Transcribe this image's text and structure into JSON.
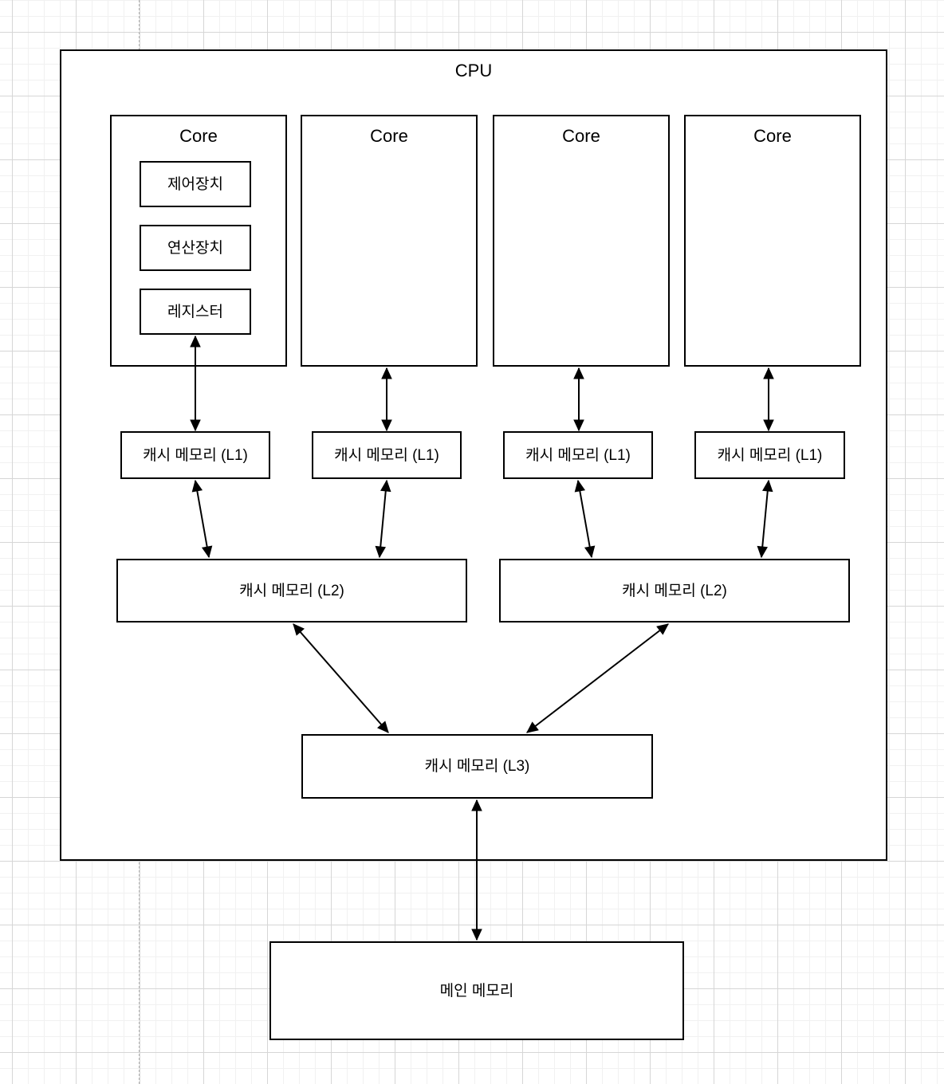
{
  "diagram": {
    "cpu_label": "CPU",
    "core_labels": [
      "Core",
      "Core",
      "Core",
      "Core"
    ],
    "core_components": {
      "control_unit": "제어장치",
      "alu": "연산장치",
      "register": "레지스터"
    },
    "l1_labels": [
      "캐시 메모리 (L1)",
      "캐시 메모리 (L1)",
      "캐시 메모리 (L1)",
      "캐시 메모리 (L1)"
    ],
    "l2_labels": [
      "캐시 메모리 (L2)",
      "캐시 메모리 (L2)"
    ],
    "l3_label": "캐시 메모리 (L3)",
    "main_memory_label": "메인 메모리",
    "colors": {
      "shape_stroke": "#000000",
      "shape_fill": "#ffffff",
      "grid_minor": "#f1f1f1",
      "grid_major": "#d6d6d6",
      "page_divider": "#b3b3b3"
    }
  }
}
